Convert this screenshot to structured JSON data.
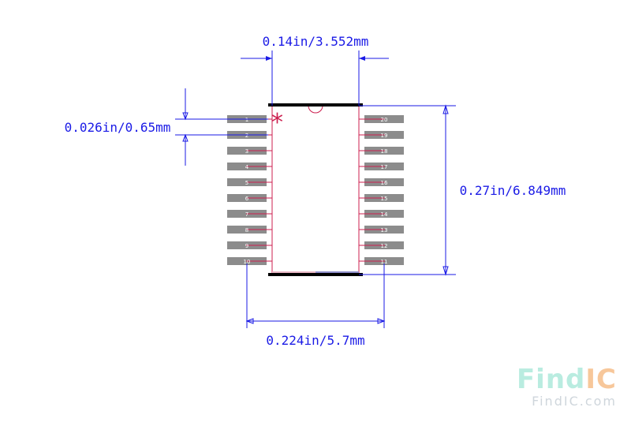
{
  "dimensions": {
    "body_width": "0.14in/3.552mm",
    "pitch": "0.026in/0.65mm",
    "body_length": "0.27in/6.849mm",
    "overall_width": "0.224in/5.7mm"
  },
  "pins_left": [
    "1",
    "2",
    "3",
    "4",
    "5",
    "6",
    "7",
    "8",
    "9",
    "10"
  ],
  "pins_right": [
    "20",
    "19",
    "18",
    "17",
    "16",
    "15",
    "14",
    "13",
    "12",
    "11"
  ],
  "pin1_marker": "*",
  "watermark": {
    "logo_part1": "Find",
    "logo_part2": "IC",
    "url": "FindIC.com"
  },
  "colors": {
    "dimension": "#1a1ae6",
    "pad": "#8c8c8c",
    "pin_line": "#cc1f4f",
    "body_outline": "#cc1f4f",
    "body_edge": "#000000"
  }
}
